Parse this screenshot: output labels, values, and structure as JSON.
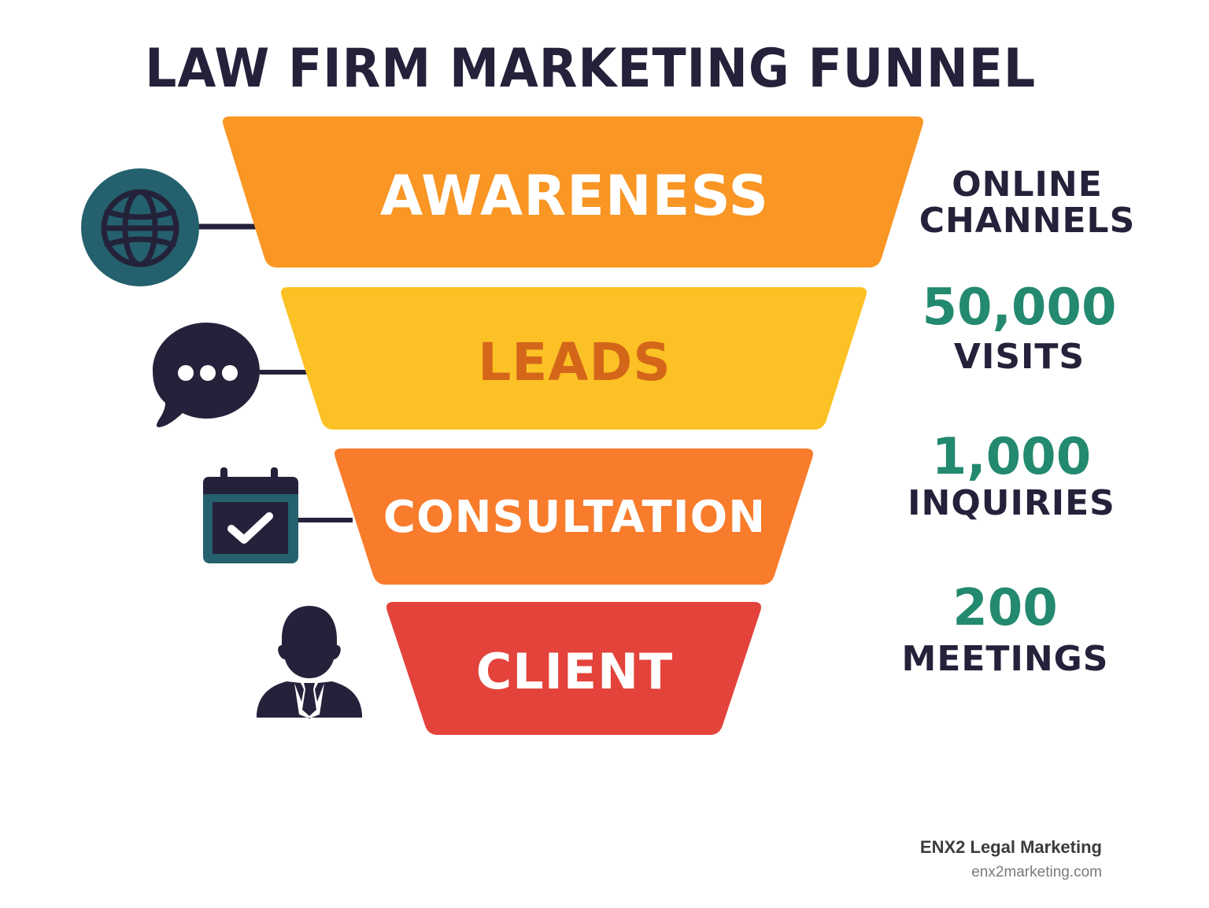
{
  "title": "LAW FIRM MARKETING FUNNEL",
  "colors": {
    "dark": "#24223a",
    "teal": "#23896f",
    "icon_teal": "#24606e",
    "awareness": "#f99624",
    "leads": "#fcc124",
    "leads_text": "#d4661a",
    "consultation": "#f87c2c",
    "client": "#e3433b"
  },
  "stages": [
    {
      "label": "AWARENESS",
      "icon": "globe-icon",
      "color": "#f99624",
      "text_color": "#ffffff"
    },
    {
      "label": "LEADS",
      "icon": "chat-bubble-icon",
      "color": "#fcc124",
      "text_color": "#d4661a"
    },
    {
      "label": "CONSULTATION",
      "icon": "calendar-check-icon",
      "color": "#f87c2c",
      "text_color": "#ffffff"
    },
    {
      "label": "CLIENT",
      "icon": "businessman-icon",
      "color": "#e3433b",
      "text_color": "#ffffff"
    }
  ],
  "metrics": [
    {
      "number": "",
      "label_line1": "ONLINE",
      "label_line2": "CHANNELS"
    },
    {
      "number": "50,000",
      "label": "VISITS"
    },
    {
      "number": "1,000",
      "label": "INQUIRIES"
    },
    {
      "number": "200",
      "label": "MEETINGS"
    }
  ],
  "credit": {
    "brand": "ENX2 Legal Marketing",
    "url": "enx2marketing.com"
  },
  "chart_data": {
    "type": "funnel",
    "title": "LAW FIRM MARKETING FUNNEL",
    "categories": [
      "AWARENESS",
      "LEADS",
      "CONSULTATION",
      "CLIENT"
    ],
    "annotations": [
      "ONLINE CHANNELS",
      "50,000 VISITS",
      "1,000 INQUIRIES",
      "200 MEETINGS"
    ],
    "values": [
      50000,
      1000,
      200
    ],
    "value_labels": [
      "VISITS",
      "INQUIRIES",
      "MEETINGS"
    ]
  }
}
